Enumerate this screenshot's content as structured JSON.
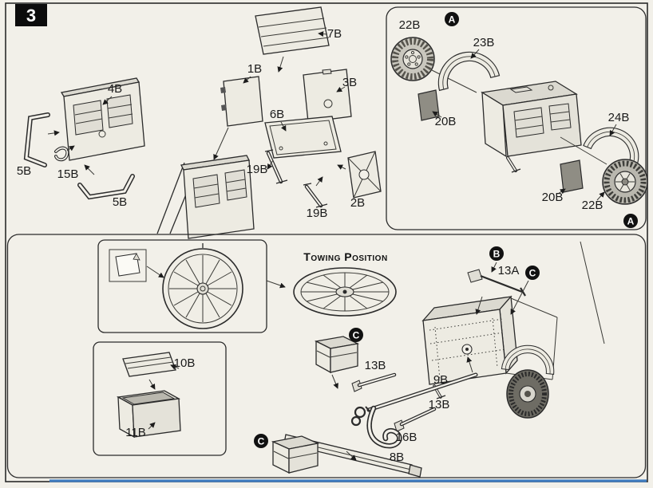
{
  "page": {
    "step_number": "3"
  },
  "labels": {
    "towing_position": "Towing Position"
  },
  "parts": {
    "p1b": "1B",
    "p2b": "2B",
    "p3b": "3B",
    "p4b": "4B",
    "p5b": "5B",
    "p6b": "6B",
    "p7b": "7B",
    "p8b": "8B",
    "p9b": "9B",
    "p10b": "10B",
    "p11b": "11B",
    "p13a": "13A",
    "p13b": "13B",
    "p15b": "15B",
    "p16b": "16B",
    "p19b": "19B",
    "p20b": "20B",
    "p22b": "22B",
    "p23b": "23B",
    "p24b": "24B"
  },
  "callouts": {
    "a": "A",
    "b": "B",
    "c": "C"
  },
  "colors": {
    "paper": "#f2f0e9",
    "ink": "#2b2b2b",
    "accent_blue": "#3f7cc0",
    "callout_fill": "#111111"
  }
}
